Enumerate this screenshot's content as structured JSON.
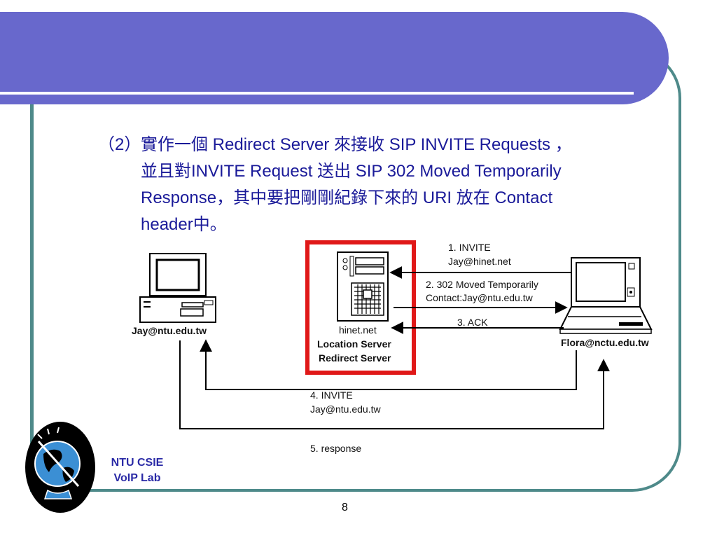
{
  "slide": {
    "lead": "（2）",
    "lines": [
      "實作一個 Redirect Server 來接收 SIP INVITE Requests ，",
      "並且對INVITE Request 送出 SIP 302 Moved Temporarily",
      "Response，其中要把剛剛紀錄下來的 URI 放在 Contact",
      "header中。"
    ],
    "lab_line1": "NTU CSIE",
    "lab_line2": "VoIP Lab",
    "page_number": "8"
  },
  "diagram": {
    "left_host": "Jay@ntu.edu.tw",
    "server_host": "hinet.net",
    "server_role1": "Location Server",
    "server_role2": "Redirect Server",
    "right_host": "Flora@nctu.edu.tw",
    "msg1_line1": "1. INVITE",
    "msg1_line2": "Jay@hinet.net",
    "msg2_line1": "2. 302 Moved Temporarily",
    "msg2_line2": "Contact:Jay@ntu.edu.tw",
    "msg3": "3. ACK",
    "msg4_line1": "4. INVITE",
    "msg4_line2": "Jay@ntu.edu.tw",
    "msg5": "5. response"
  },
  "colors": {
    "banner": "#6868cc",
    "frame": "#4e8a8a",
    "text": "#1a1a99",
    "highlight_box": "#e01818"
  }
}
